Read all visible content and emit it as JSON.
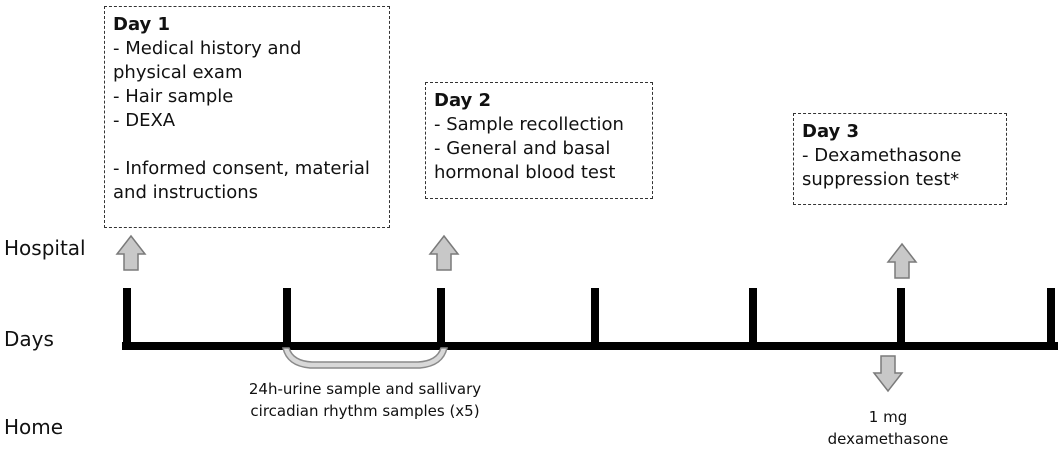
{
  "row_labels": {
    "hospital": "Hospital",
    "days": "Days",
    "home": "Home"
  },
  "boxes": {
    "day1": {
      "title": "Day 1",
      "lines": [
        "- Medical history and",
        "physical exam",
        "- Hair sample",
        "- DEXA"
      ],
      "lines2": [
        "-  Informed consent, material",
        "and instructions"
      ]
    },
    "day2": {
      "title": "Day 2",
      "lines": [
        "- Sample recollection",
        "- General and basal",
        "hormonal blood test"
      ]
    },
    "day3": {
      "title": "Day 3",
      "lines": [
        "-  Dexamethasone",
        "suppression test*"
      ]
    }
  },
  "captions": {
    "urine": [
      "24h-urine sample and sallivary",
      "circadian rhythm samples (x5)"
    ],
    "dex": [
      "1 mg",
      "dexamethasone"
    ]
  },
  "colors": {
    "arrow_fill": "#c8c8c8",
    "arrow_stroke": "#7a7a7a",
    "timeline": "#000000",
    "bracket": "#8a8a8a"
  }
}
